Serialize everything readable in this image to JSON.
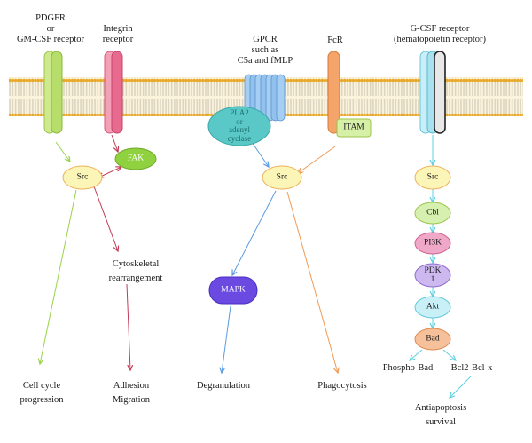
{
  "receptors": {
    "pdgfr": [
      "PDGFR",
      "or",
      "GM-CSF receptor"
    ],
    "integrin": [
      "Integrin",
      "receptor"
    ],
    "gpcr": [
      "GPCR",
      "such as",
      "C5a and fMLP"
    ],
    "fcr": "FcR",
    "gcsf": [
      "G-CSF receptor",
      "(hematopoietin receptor)"
    ]
  },
  "nodes": {
    "pla2": [
      "PLA2",
      "or",
      "adenyl",
      "cyclase"
    ],
    "itam": "ITAM",
    "fak": "FAK",
    "src_left": "Src",
    "src_mid": "Src",
    "mapk": "MAPK",
    "src_right": "Src",
    "cbl": "Cbl",
    "pi3k": "PI3K",
    "pdk": [
      "PDK",
      "1"
    ],
    "akt": "Akt",
    "bad": "Bad"
  },
  "outcomes": {
    "cytoskeletal": [
      "Cytoskeletal",
      "rearrangement"
    ],
    "cell_cycle": [
      "Cell cycle",
      "progression"
    ],
    "adhesion": [
      "Adhesion",
      "Migration"
    ],
    "degranulation": "Degranulation",
    "phagocytosis": "Phagocytosis",
    "phospho_bad": "Phospho-Bad",
    "bcl2": "Bcl2-Bcl-x",
    "antiapoptosis": [
      "Antiapoptosis",
      "survival"
    ]
  },
  "colors": {
    "membrane": "#f2c23c",
    "pdgfr": "#b7dd6a",
    "integrin": "#e86a8f",
    "gpcr": "#7cb3e8",
    "fcr": "#f5a46a",
    "gcsf": "#a8e2f0",
    "green_arrow": "#9ad24a",
    "red_arrow": "#c23b56",
    "blue_arrow": "#5b9be0",
    "orange_arrow": "#f09a55",
    "cyan_arrow": "#5fd0e0"
  }
}
